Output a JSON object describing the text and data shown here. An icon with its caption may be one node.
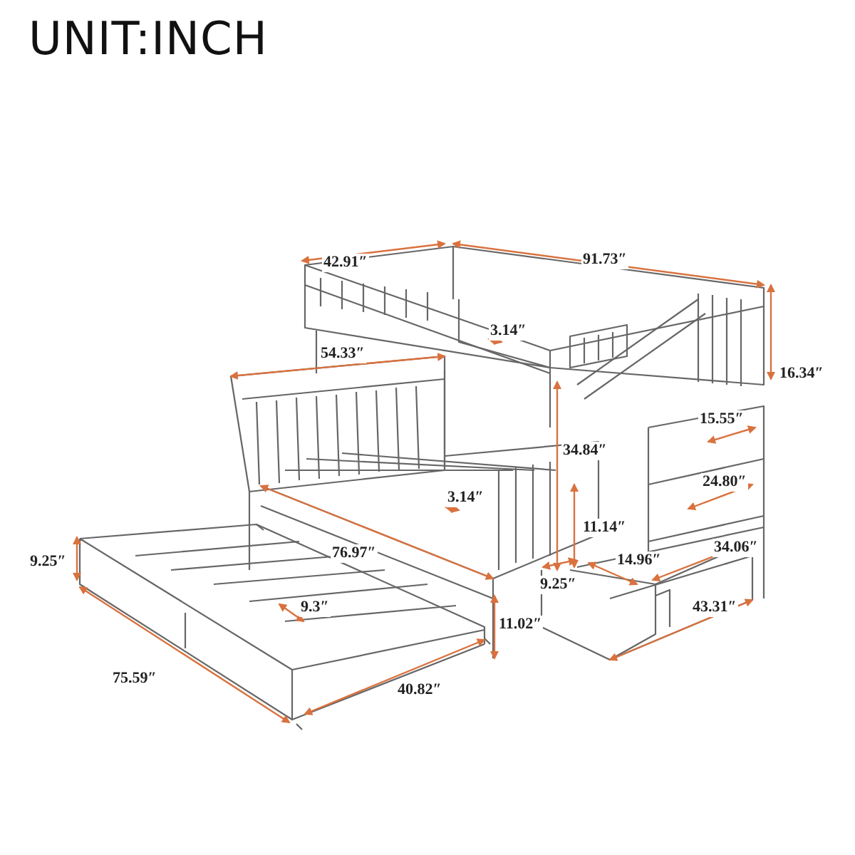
{
  "diagram": {
    "title": "UNIT:INCH",
    "labels": [
      "42.91″",
      "91.73″",
      "16.34″",
      "54.33″",
      "3.14″",
      "15.55″",
      "34.84″",
      "24.80″",
      "3.14″",
      "11.14″",
      "14.96″",
      "9.25″",
      "76.97″",
      "34.06″",
      "9.3″",
      "9.25″",
      "11.02″",
      "43.31″",
      "75.59″",
      "40.82″"
    ]
  }
}
